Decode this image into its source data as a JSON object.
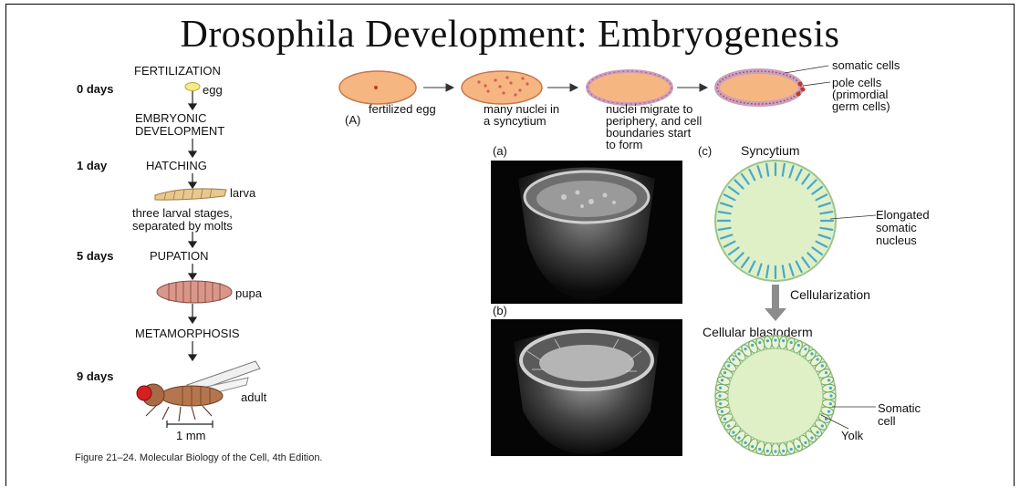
{
  "title": "Drosophila Development: Embryogenesis",
  "timeline": {
    "fertilization": "FERTILIZATION",
    "day0": "0 days",
    "egg": "egg",
    "embryonic1": "EMBRYONIC",
    "embryonic2": "DEVELOPMENT",
    "day1": "1 day",
    "hatching": "HATCHING",
    "larva": "larva",
    "larval1": "three larval stages,",
    "larval2": "separated by molts",
    "day5": "5 days",
    "pupation": "PUPATION",
    "pupa": "pupa",
    "metamorphosis": "METAMORPHOSIS",
    "day9": "9 days",
    "adult": "adult",
    "scale": "1 mm"
  },
  "panelA": {
    "label": "(A)",
    "stage1": "fertilized egg",
    "stage2a": "many nuclei in",
    "stage2b": "a syncytium",
    "stage3a": "nuclei migrate to",
    "stage3b": "periphery, and cell",
    "stage3c": "boundaries start",
    "stage3d": "to form",
    "somatic": "somatic cells",
    "pole1": "pole cells",
    "pole2": "(primordial",
    "pole3": "germ cells)"
  },
  "photos": {
    "a": "(a)",
    "b": "(b)"
  },
  "panelC": {
    "label": "(c)",
    "syncytium": "Syncytium",
    "elong1": "Elongated",
    "elong2": "somatic",
    "elong3": "nucleus",
    "cellularization": "Cellularization",
    "blastoderm": "Cellular blastoderm",
    "somcell1": "Somatic",
    "somcell2": "cell",
    "yolk": "Yolk"
  },
  "caption": "Figure 21–24. Molecular Biology of the Cell, 4th Edition.",
  "colors": {
    "egg_fill": "#f6b682",
    "egg_rim": "#e08a5a",
    "nuclei": "#d85a5a",
    "blastoderm": "#dff0c6",
    "nucleus_blue": "#4aa7c9",
    "arrow_gray": "#8c8c8c"
  }
}
